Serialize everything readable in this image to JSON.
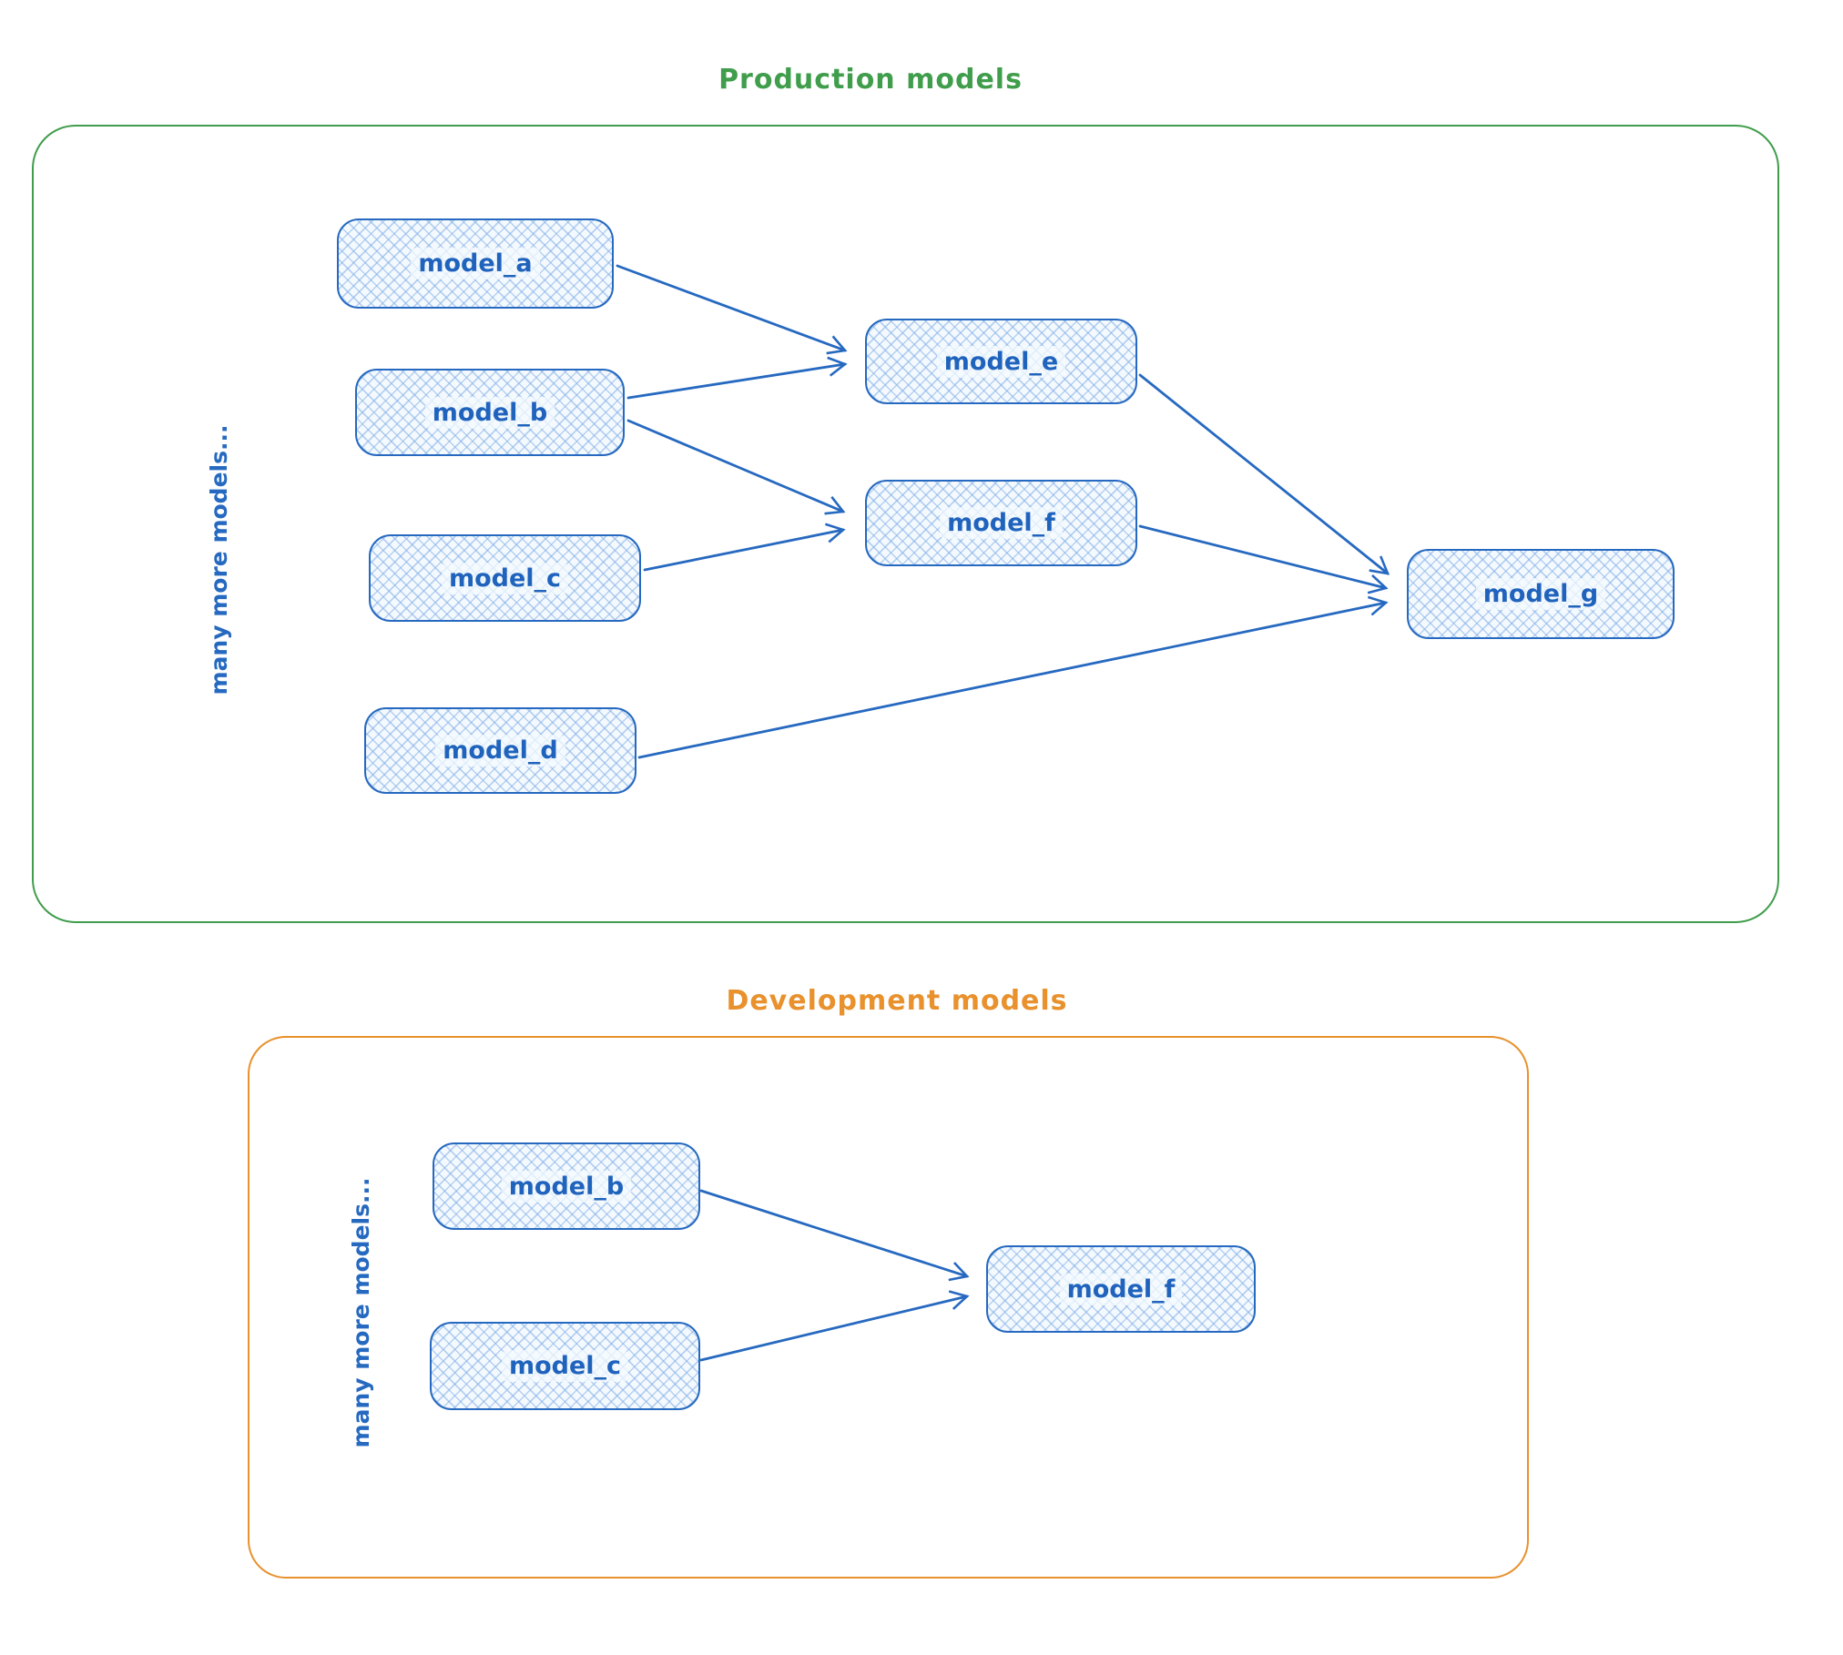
{
  "colors": {
    "node_stroke": "#2669c0",
    "node_label": "#2063bd",
    "node_fill": "#f4f9fe",
    "crosshatch": "#82afe6",
    "production_accent": "#3f9d4b",
    "development_accent": "#e8912d"
  },
  "production": {
    "title": "Production models",
    "side_label": "many more models...",
    "nodes": {
      "a": {
        "label": "model_a"
      },
      "b": {
        "label": "model_b"
      },
      "c": {
        "label": "model_c"
      },
      "d": {
        "label": "model_d"
      },
      "e": {
        "label": "model_e"
      },
      "f": {
        "label": "model_f"
      },
      "g": {
        "label": "model_g"
      }
    },
    "edges": [
      {
        "from": "model_a",
        "to": "model_e"
      },
      {
        "from": "model_b",
        "to": "model_e"
      },
      {
        "from": "model_b",
        "to": "model_f"
      },
      {
        "from": "model_c",
        "to": "model_f"
      },
      {
        "from": "model_d",
        "to": "model_g"
      },
      {
        "from": "model_e",
        "to": "model_g"
      },
      {
        "from": "model_f",
        "to": "model_g"
      }
    ]
  },
  "development": {
    "title": "Development models",
    "side_label": "many more models...",
    "nodes": {
      "b": {
        "label": "model_b"
      },
      "c": {
        "label": "model_c"
      },
      "f": {
        "label": "model_f"
      }
    },
    "edges": [
      {
        "from": "model_b",
        "to": "model_f"
      },
      {
        "from": "model_c",
        "to": "model_f"
      }
    ]
  }
}
